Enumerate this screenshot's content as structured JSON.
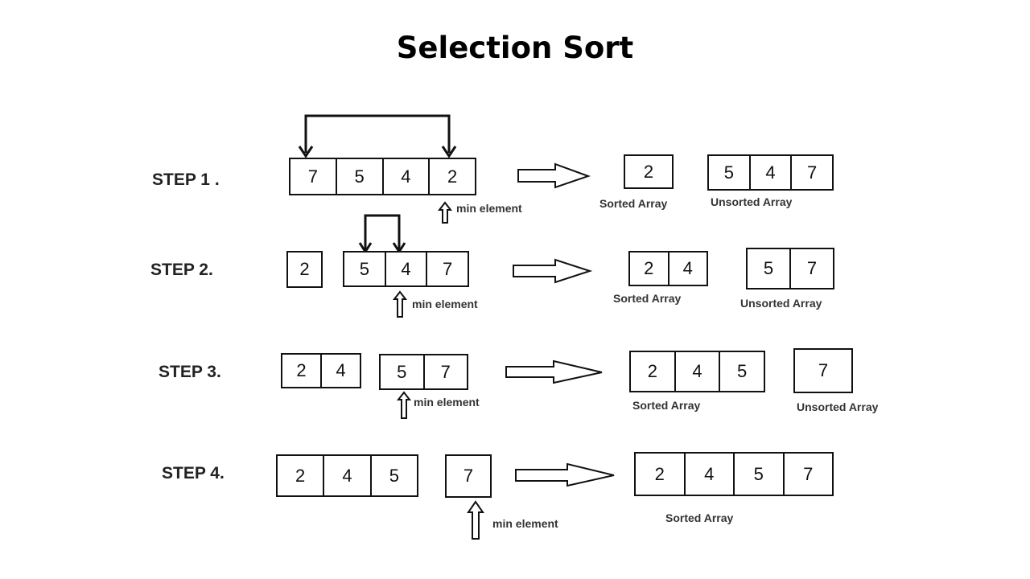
{
  "title": "Selection Sort",
  "min_label": "min element",
  "sorted_label": "Sorted Array",
  "unsorted_label": "Unsorted Array",
  "steps": [
    {
      "label": "STEP 1 .",
      "inputs": [
        [
          "7",
          "5",
          "4",
          "2"
        ]
      ],
      "results": {
        "sorted": [
          "2"
        ],
        "unsorted": [
          "5",
          "4",
          "7"
        ]
      }
    },
    {
      "label": "STEP 2.",
      "inputs": [
        [
          "2"
        ],
        [
          "5",
          "4",
          "7"
        ]
      ],
      "results": {
        "sorted": [
          "2",
          "4"
        ],
        "unsorted": [
          "5",
          "7"
        ]
      }
    },
    {
      "label": "STEP 3.",
      "inputs": [
        [
          "2",
          "4"
        ],
        [
          "5",
          "7"
        ]
      ],
      "results": {
        "sorted": [
          "2",
          "4",
          "5"
        ],
        "unsorted": [
          "7"
        ]
      }
    },
    {
      "label": "STEP 4.",
      "inputs": [
        [
          "2",
          "4",
          "5"
        ],
        [
          "7"
        ]
      ],
      "results": {
        "sorted": [
          "2",
          "4",
          "5",
          "7"
        ]
      }
    }
  ]
}
